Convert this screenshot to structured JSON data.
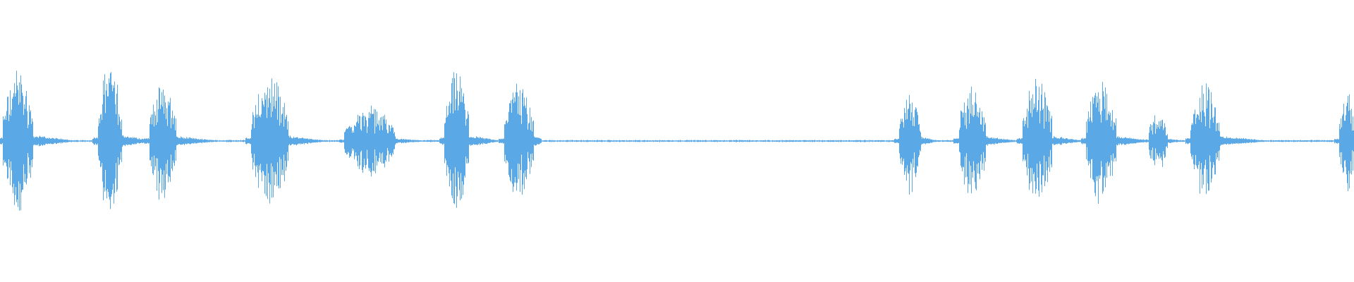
{
  "waveform": {
    "color": "#5aa9e6",
    "background": "#ffffff",
    "bursts": [
      {
        "center": 0.013,
        "width": 0.022,
        "amplitude": 0.95,
        "tail": 0.035
      },
      {
        "center": 0.081,
        "width": 0.018,
        "amplitude": 1.0,
        "tail": 0.025
      },
      {
        "center": 0.12,
        "width": 0.02,
        "amplitude": 0.8,
        "tail": 0.035
      },
      {
        "center": 0.199,
        "width": 0.028,
        "amplitude": 0.88,
        "tail": 0.03
      },
      {
        "center": 0.273,
        "width": 0.038,
        "amplitude": 0.45,
        "tail": 0.025
      },
      {
        "center": 0.337,
        "width": 0.018,
        "amplitude": 0.94,
        "tail": 0.025
      },
      {
        "center": 0.383,
        "width": 0.022,
        "amplitude": 0.78,
        "tail": 0.02
      },
      {
        "center": 0.672,
        "width": 0.016,
        "amplitude": 0.68,
        "tail": 0.015
      },
      {
        "center": 0.718,
        "width": 0.02,
        "amplitude": 0.78,
        "tail": 0.025
      },
      {
        "center": 0.766,
        "width": 0.022,
        "amplitude": 0.83,
        "tail": 0.025
      },
      {
        "center": 0.813,
        "width": 0.022,
        "amplitude": 0.8,
        "tail": 0.03
      },
      {
        "center": 0.855,
        "width": 0.014,
        "amplitude": 0.42,
        "tail": 0.015
      },
      {
        "center": 0.89,
        "width": 0.022,
        "amplitude": 0.8,
        "tail": 0.04
      },
      {
        "center": 0.995,
        "width": 0.012,
        "amplitude": 0.62,
        "tail": 0.005
      }
    ],
    "silence_ranges": [
      [
        0.4,
        0.66
      ]
    ]
  }
}
